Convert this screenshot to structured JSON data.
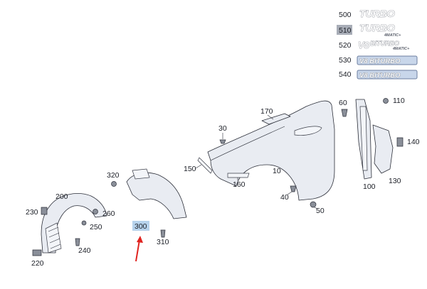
{
  "diagram": {
    "callouts": {
      "c500": "500",
      "c510": "510",
      "c520": "520",
      "c530": "530",
      "c540": "540",
      "c10": "10",
      "c30": "30",
      "c40": "40",
      "c50": "50",
      "c60": "60",
      "c100": "100",
      "c110": "110",
      "c130": "130",
      "c140": "140",
      "c150": "150",
      "c160": "160",
      "c170": "170",
      "c200": "200",
      "c220": "220",
      "c230": "230",
      "c240": "240",
      "c250": "250",
      "c260": "260",
      "c300": "300",
      "c310": "310",
      "c320": "320"
    },
    "emblems": {
      "e500": "TURBO",
      "e510": "TURBO",
      "e510_sub": "4MATIC+",
      "e520_v8": "V8",
      "e520_word": "BITURBO",
      "e520_sub": "4MATIC+",
      "e530": "V8 BITURBO",
      "e540": "V8 BITURBO"
    },
    "highlighted_part": "300",
    "colors": {
      "highlight": "#b7d3ec",
      "arrow": "#e0231f",
      "line": "#2b2e38"
    }
  }
}
